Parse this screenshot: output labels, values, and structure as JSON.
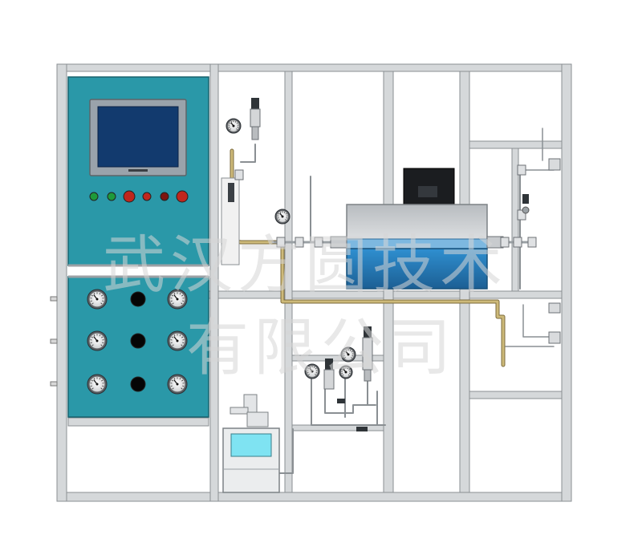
{
  "diagram": {
    "watermark": {
      "line1": "武汉方圆技术",
      "line2": "有限公司"
    },
    "colors": {
      "frame": "#d5d8da",
      "frame_edge": "#8a8f93",
      "cabinet": "#2a98a8",
      "screen_bezel": "#9aa3ab",
      "screen": "#123a6e",
      "furnace_top": "#c9cbcd",
      "furnace_band": "#2a7bb8",
      "pipe": "#b9a56a",
      "lamp_green": "#1e9a3a",
      "lamp_red": "#c0271d",
      "lamp_dark_red": "#7d1510",
      "lcd": "#7fe3f2"
    },
    "indicator_lamps": [
      "green",
      "green",
      "red",
      "red",
      "dark-red",
      "red"
    ],
    "gauge_grid": {
      "rows": 3,
      "cols": [
        "gauge",
        "port",
        "gauge"
      ]
    },
    "components": [
      "aluminum-profile-frame",
      "control-cabinet",
      "touch-screen",
      "pressure-gauges",
      "tube-furnace",
      "pressure-transmitters",
      "valves",
      "gas-liquid-separator",
      "pump"
    ]
  }
}
